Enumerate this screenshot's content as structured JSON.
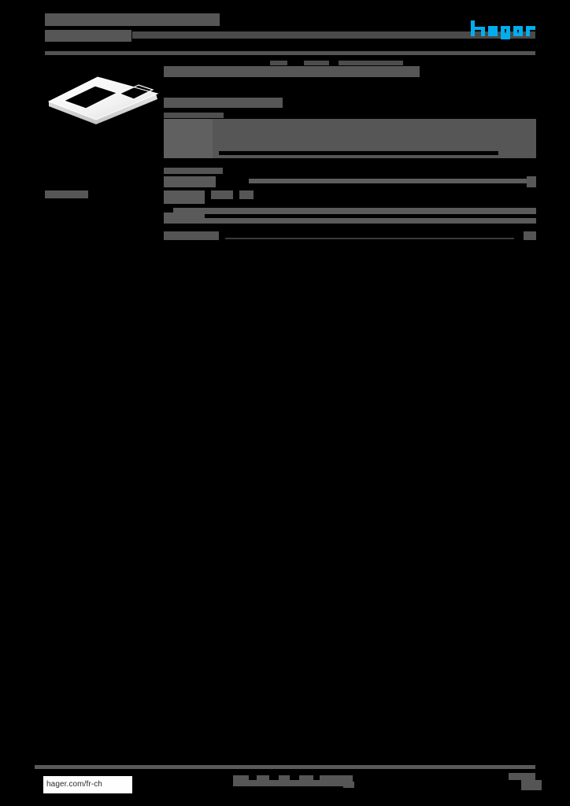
{
  "document": {
    "kind": "product-datasheet",
    "brand": "hager",
    "redacted": true,
    "page_background": "#000000",
    "redaction_color": "#565656",
    "brand_color": "#00AEEF"
  },
  "header": {
    "title": "",
    "title_line2": "",
    "subtitle": "",
    "logo_text": "hager",
    "logo_alt": "hager-logo"
  },
  "left_column": {
    "image_alt": "product-photo-two-gang-wall-plate-frame",
    "image_color": "#ffffff",
    "side_label": ""
  },
  "main": {
    "doc_title": "",
    "sub_title": "",
    "section_caption_1": "",
    "section_caption_2": "",
    "section_caption_3": "",
    "rows": [
      {
        "key": "",
        "value": ""
      },
      {
        "key": "",
        "value": ""
      },
      {
        "key": "",
        "value": ""
      },
      {
        "key": "",
        "value": ""
      }
    ],
    "spec_rows": [
      {
        "key": "",
        "value": ""
      }
    ]
  },
  "footer": {
    "url": "hager.com/fr-ch",
    "center_text": "",
    "right_text": "",
    "page_number": ""
  }
}
